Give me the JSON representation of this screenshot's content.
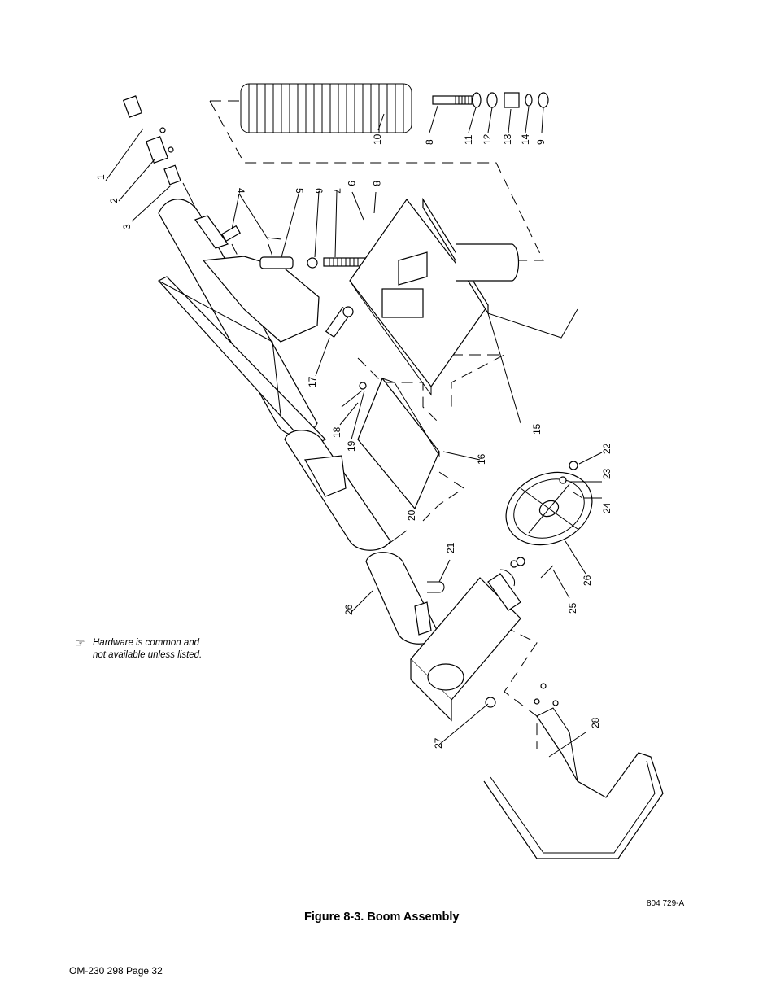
{
  "figure": {
    "caption": "Figure 8-3. Boom Assembly",
    "drawing_number": "804 729-A"
  },
  "note": {
    "icon": "pointing-hand-icon",
    "text": "Hardware is common and\nnot available unless listed."
  },
  "footer": {
    "page_label": "OM-230 298 Page 32"
  },
  "callouts": [
    "1",
    "2",
    "3",
    "4",
    "5",
    "6",
    "7",
    "8",
    "9",
    "9",
    "8",
    "10",
    "11",
    "12",
    "13",
    "14",
    "15",
    "16",
    "17",
    "18",
    "19",
    "20",
    "21",
    "22",
    "23",
    "24",
    "25",
    "26",
    "26",
    "27",
    "28"
  ]
}
